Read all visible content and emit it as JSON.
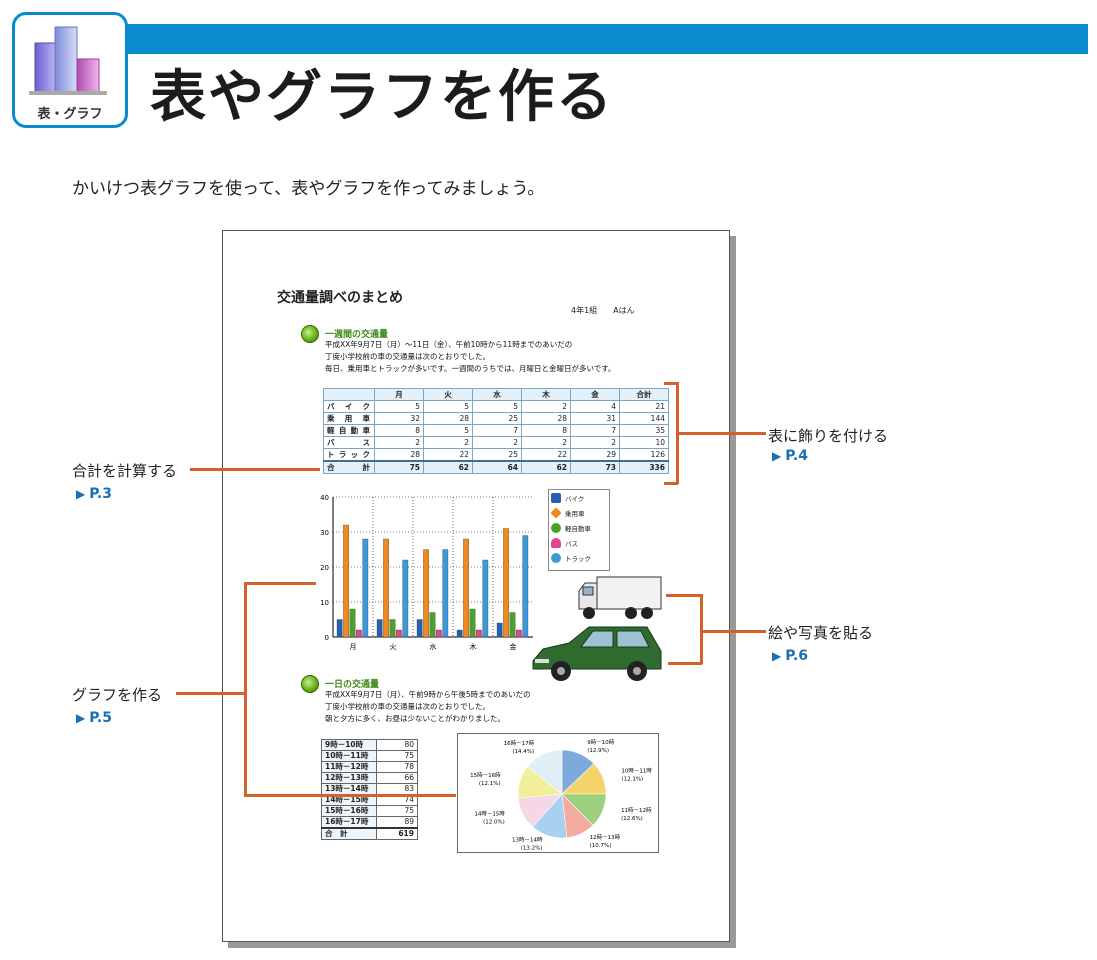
{
  "header": {
    "icon_label": "表・グラフ",
    "title": "表やグラフを作る"
  },
  "intro": "かいけつ表グラフを使って、表やグラフを作ってみましょう。",
  "callouts": [
    {
      "label": "表に飾りを付ける",
      "page": "P.4"
    },
    {
      "label": "合計を計算する",
      "page": "P.3"
    },
    {
      "label": "絵や写真を貼る",
      "page": "P.6"
    },
    {
      "label": "グラフを作る",
      "page": "P.5"
    }
  ],
  "doc": {
    "title": "交通量調べのまとめ",
    "class_name": "4年1組　　Aはん",
    "section1": {
      "heading": "一週間の交通量",
      "lines": [
        "平成XX年9月7日（月）～11日（金）、午前10時から11時までのあいだの",
        "丁度小学校前の車の交通量は次のとおりでした。",
        "毎日、乗用車とトラックが多いです。一週間のうちでは、月曜日と金曜日が多いです。"
      ]
    },
    "table1": {
      "headers": [
        "",
        "月",
        "火",
        "水",
        "木",
        "金",
        "合計"
      ],
      "rows": [
        [
          "バイク",
          "5",
          "5",
          "5",
          "2",
          "4",
          "21"
        ],
        [
          "乗用車",
          "32",
          "28",
          "25",
          "28",
          "31",
          "144"
        ],
        [
          "軽自動車",
          "8",
          "5",
          "7",
          "8",
          "7",
          "35"
        ],
        [
          "バス",
          "2",
          "2",
          "2",
          "2",
          "2",
          "10"
        ],
        [
          "トラック",
          "28",
          "22",
          "25",
          "22",
          "29",
          "126"
        ]
      ],
      "total": [
        "合　計",
        "75",
        "62",
        "64",
        "62",
        "73",
        "336"
      ]
    },
    "section2": {
      "heading": "一日の交通量",
      "lines": [
        "平成XX年9月7日（月）、午前9時から午後5時までのあいだの",
        "丁度小学校前の車の交通量は次のとおりでした。",
        "朝と夕方に多く、お昼は少ないことがわかりました。"
      ]
    },
    "table2": {
      "rows": [
        [
          "9時－10時",
          "80"
        ],
        [
          "10時－11時",
          "75"
        ],
        [
          "11時－12時",
          "78"
        ],
        [
          "12時－13時",
          "66"
        ],
        [
          "13時－14時",
          "83"
        ],
        [
          "14時－15時",
          "74"
        ],
        [
          "15時－16時",
          "75"
        ],
        [
          "16時－17時",
          "89"
        ]
      ],
      "total": [
        "合　計",
        "619"
      ]
    }
  },
  "chart_data": [
    {
      "type": "bar",
      "categories": [
        "月",
        "火",
        "水",
        "木",
        "金"
      ],
      "ylim": [
        0,
        40
      ],
      "yticks": [
        "0",
        "10",
        "20",
        "30",
        "40"
      ],
      "series": [
        {
          "name": "バイク",
          "values": [
            5,
            5,
            5,
            2,
            4
          ],
          "color": "#2a5fb0"
        },
        {
          "name": "乗用車",
          "values": [
            32,
            28,
            25,
            28,
            31
          ],
          "color": "#f08a1e"
        },
        {
          "name": "軽自動車",
          "values": [
            8,
            5,
            7,
            8,
            7
          ],
          "color": "#4aa02a"
        },
        {
          "name": "バス",
          "values": [
            2,
            2,
            2,
            2,
            2
          ],
          "color": "#e2468c"
        },
        {
          "name": "トラック",
          "values": [
            28,
            22,
            25,
            22,
            29
          ],
          "color": "#3b9ad8"
        }
      ]
    },
    {
      "type": "pie",
      "slices": [
        {
          "label": "9時－10時",
          "pct": "(12.9%)",
          "value": 80,
          "color": "#7ea9dc"
        },
        {
          "label": "10時－11時",
          "pct": "(12.1%)",
          "value": 75,
          "color": "#f4d46a"
        },
        {
          "label": "11時－12時",
          "pct": "(12.6%)",
          "value": 78,
          "color": "#9dcf7e"
        },
        {
          "label": "12時－13時",
          "pct": "(10.7%)",
          "value": 66,
          "color": "#f3aaa0"
        },
        {
          "label": "13時－14時",
          "pct": "(13.2%)",
          "value": 83,
          "color": "#a9d1ef"
        },
        {
          "label": "14時－15時",
          "pct": "(12.0%)",
          "value": 74,
          "color": "#f6d7e6"
        },
        {
          "label": "15時－16時",
          "pct": "(12.1%)",
          "value": 75,
          "color": "#f2ef9c"
        },
        {
          "label": "16時－17時",
          "pct": "(14.4%)",
          "value": 89,
          "color": "#e2eef5"
        }
      ]
    }
  ]
}
